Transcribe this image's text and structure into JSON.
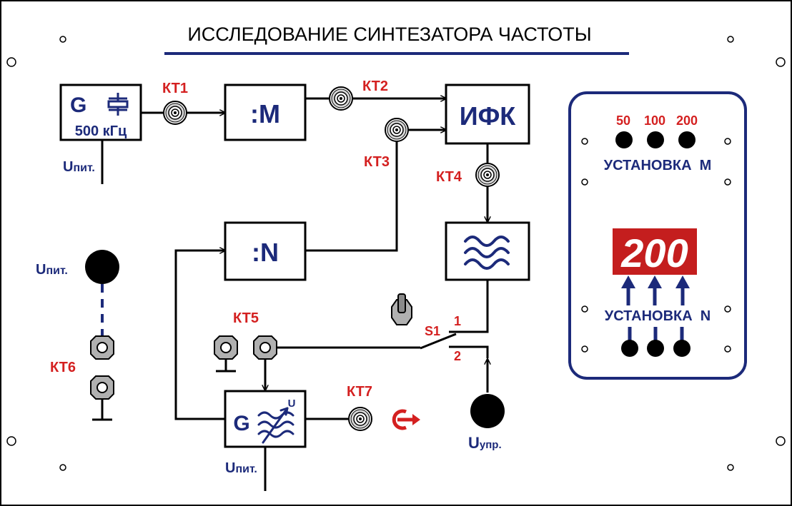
{
  "title": "ИССЛЕДОВАНИЕ СИНТЕЗАТОРА ЧАСТОТЫ",
  "generator_ref": {
    "symbol": "G",
    "freq": "500 кГц"
  },
  "divider_m": ":M",
  "phase_detector": "ИФК",
  "divider_n": ":N",
  "vco": {
    "symbol": "G",
    "superscript": "U"
  },
  "test_points": {
    "kt1": "КТ1",
    "kt2": "КТ2",
    "kt3": "КТ3",
    "kt4": "КТ4",
    "kt5": "КТ5",
    "kt6": "КТ6",
    "kt7": "КТ7"
  },
  "supply": {
    "main": "U",
    "sub": "пит."
  },
  "control": {
    "main": "U",
    "sub": "упр."
  },
  "switch": {
    "name": "S1",
    "pos1": "1",
    "pos2": "2"
  },
  "display": {
    "value": "200",
    "m_options": [
      "50",
      "100",
      "200"
    ],
    "m_label": "УСТАНОВКА  М",
    "n_label": "УСТАНОВКА  N"
  },
  "colors": {
    "ink": "#1c2a7a",
    "accent": "#d42020",
    "display_bg": "#c41e1e"
  }
}
